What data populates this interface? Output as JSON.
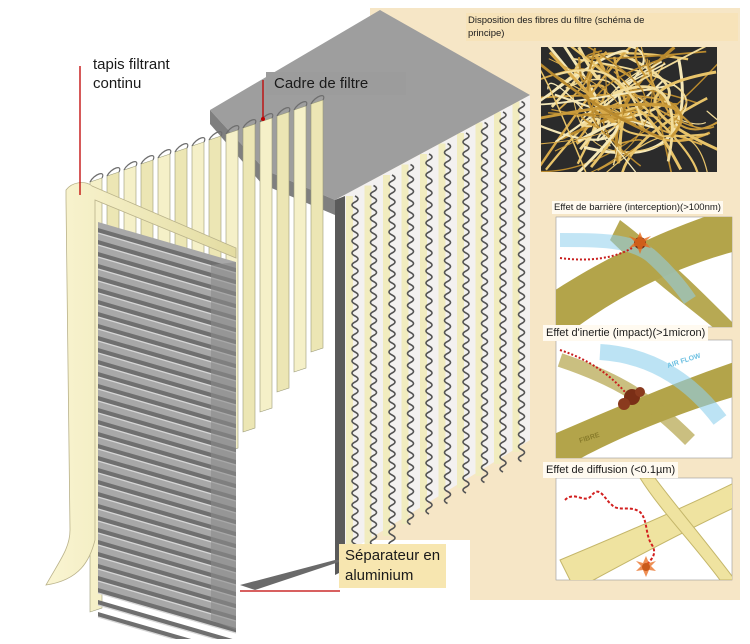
{
  "labels": {
    "tapis": "tapis filtrant\ncontinu",
    "cadre": "Cadre de filtre",
    "separateur": "Séparateur en\naluminium",
    "disposition": "Disposition des fibres du filtre (schéma de\nprincipe)",
    "barriere": "Effet de barrière (interception)(>100nm)",
    "inertie": "Effet d'inertie (impact)(>1micron)",
    "diffusion": "Effet de diffusion  (<0.1µm)",
    "air_flow": "AIR FLOW",
    "fibre": "FIBRE"
  },
  "colors": {
    "cream_panel": "#f6e6c6",
    "filter_media": "#efeab9",
    "frame_grey": "#9e9e9e",
    "fiber_olive": "#b3a44a",
    "leader_red": "#c00000",
    "airflow_blue": "#8fd0ec"
  }
}
